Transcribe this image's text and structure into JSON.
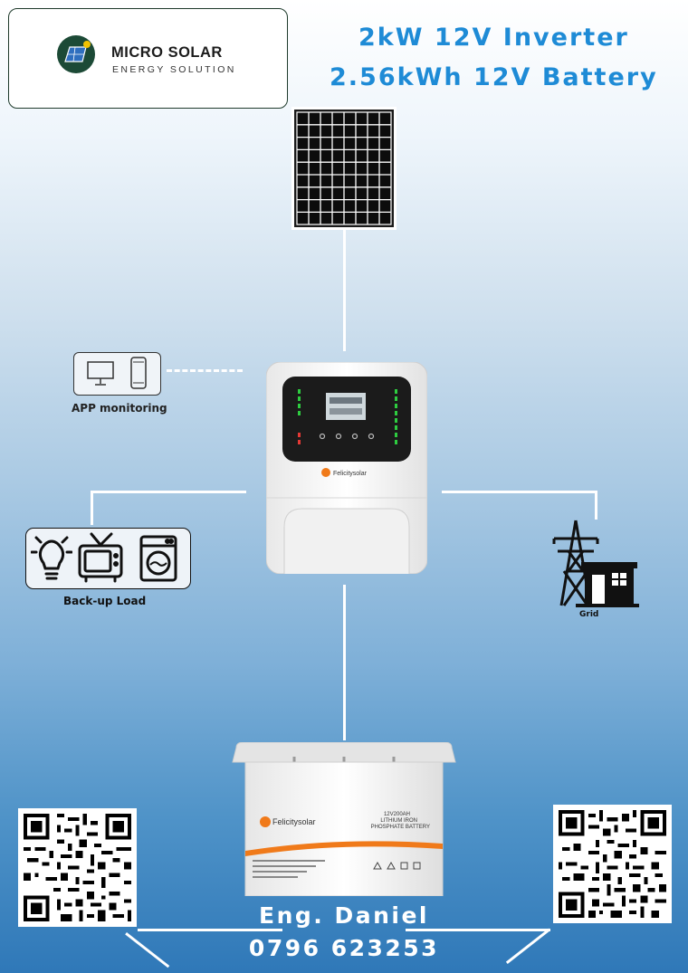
{
  "brand": {
    "name": "MICRO SOLAR",
    "tagline": "ENERGY SOLUTION",
    "color": "#1c4a36"
  },
  "headline": {
    "line1": "2kW 12V Inverter",
    "line2": "2.56kWh 12V Battery",
    "color": "#1e8bd6"
  },
  "diagram": {
    "app_label": "APP monitoring",
    "load_label": "Back-up Load",
    "grid_label": "Grid",
    "inverter_brand": "Felicitysolar",
    "battery_brand": "Felicitysolar",
    "battery_model": "12V200AH",
    "battery_type_1": "LITHIUM IRON",
    "battery_type_2": "PHOSPHATE BATTERY",
    "battery_accent": "#f07a1a"
  },
  "contact": {
    "name": "Eng. Daniel",
    "phone": "0796 623253"
  },
  "icons": [
    "solar-panel-icon",
    "monitor-icon",
    "phone-icon",
    "bulb-icon",
    "tv-icon",
    "washing-machine-icon",
    "pylon-icon",
    "building-icon",
    "qr-code-icon"
  ]
}
